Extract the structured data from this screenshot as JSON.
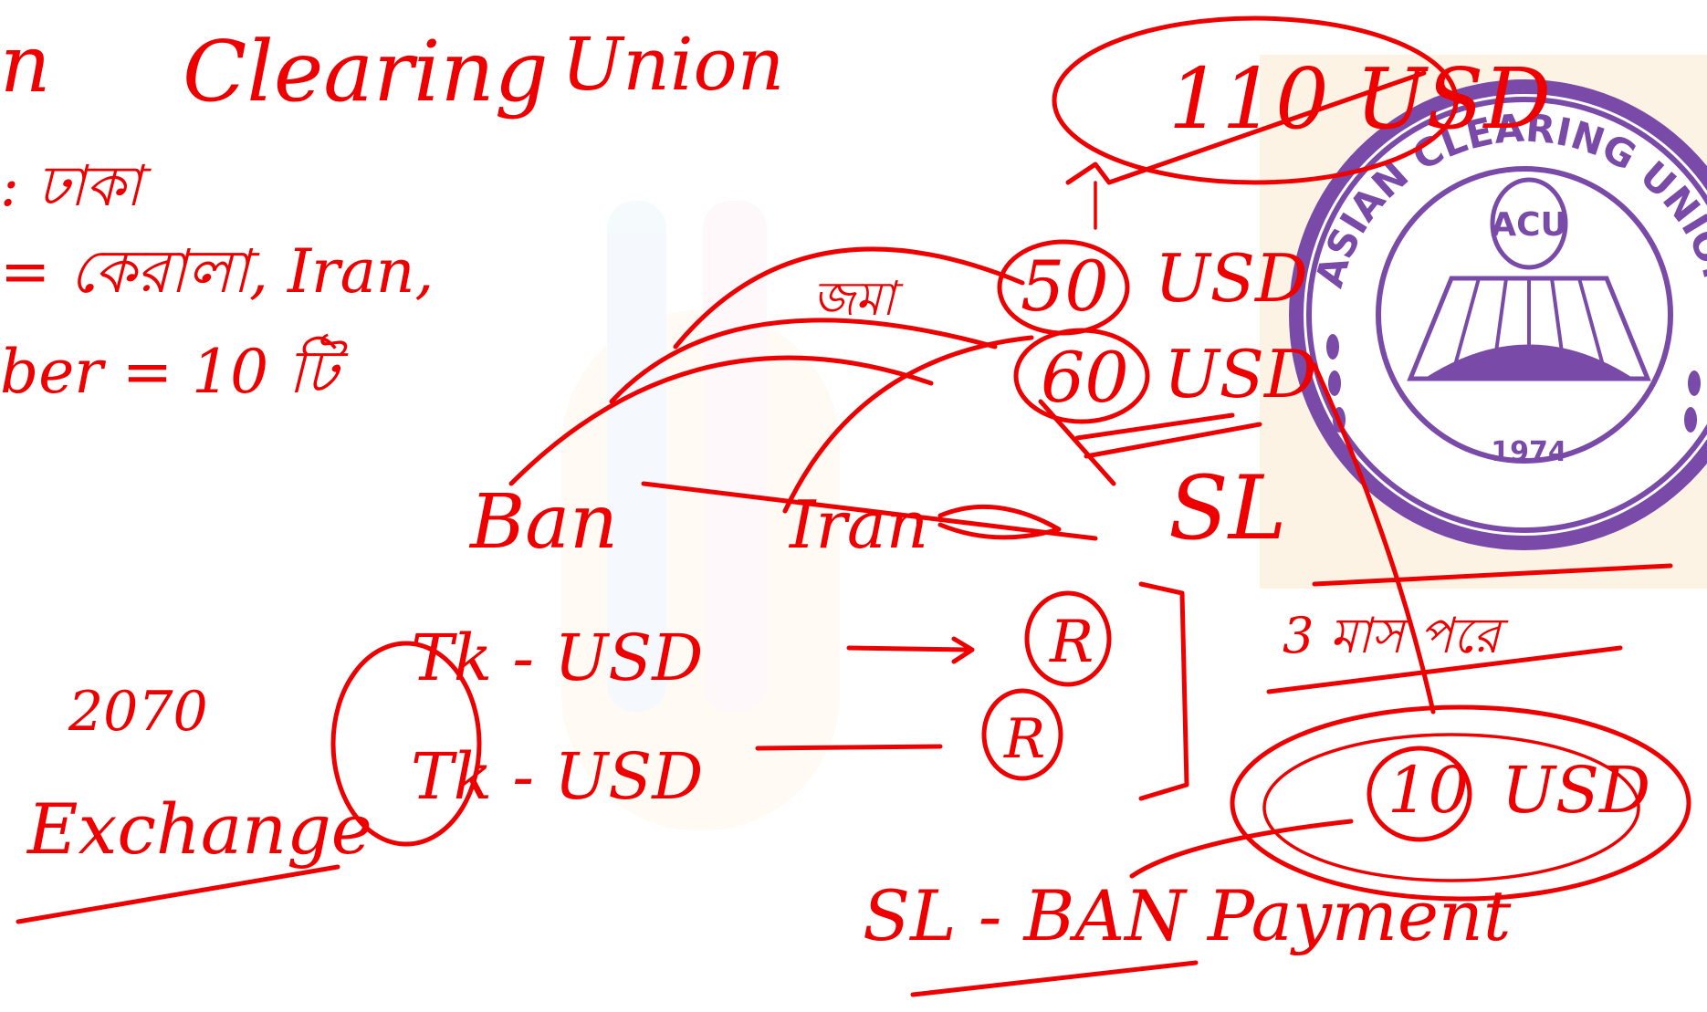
{
  "header": {
    "title_fragment_left": "n",
    "title_word_1": "Clearing",
    "title_word_2": "Union"
  },
  "notes_left": {
    "line1": ": ঢাকা",
    "line2": "= কেরালা, Iran,",
    "line3": "ber = 10 টি"
  },
  "amounts": {
    "total": "110 USD",
    "first": "50",
    "first_unit": "USD",
    "second": "60",
    "second_unit": "USD",
    "settled": "10",
    "settled_unit": "USD",
    "note_bn": "জমা",
    "period_bn": "3 মাস পরে"
  },
  "parties": {
    "country_a": "Ban",
    "country_b": "Iran",
    "country_c": "SL"
  },
  "exchange": {
    "year": "2070",
    "label": "Exchange",
    "row1": "Tk - USD",
    "row2": "Tk - USD",
    "marker": "R"
  },
  "payment": {
    "caption": "SL - BAN Payment"
  },
  "logo": {
    "arc_text": "ASIAN CLEARING UNION",
    "abbr": "ACU",
    "year": "1974",
    "purple": "#7a4aa8",
    "bg_square": "#fdf3e4"
  },
  "ink_color": "#ee0000"
}
